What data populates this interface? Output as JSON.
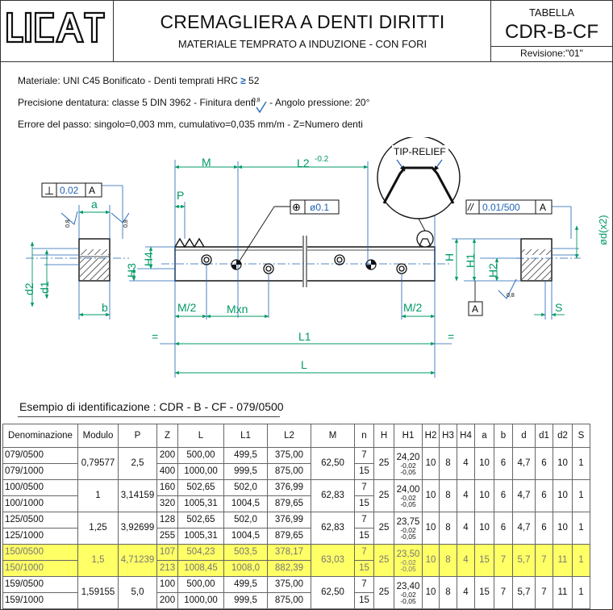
{
  "header": {
    "logo_text": "LICAT",
    "title": "CREMAGLIERA A DENTI DIRITTI",
    "subtitle": "MATERIALE TEMPRATO A INDUZIONE - CON FORI",
    "tabella_label": "TABELLA",
    "code": "CDR-B-CF",
    "revision": "Revisione:\"01\""
  },
  "specs": {
    "line1_a": "Materiale: UNI C45 Bonificato  -  Denti temprati  HRC",
    "line1_ge": "≥",
    "line1_b": " 52",
    "line2_a": "Precisione  dentatura: classe 5 DIN 3962  -  Finitura denti",
    "line2_rough": "0,8",
    "line2_b": " -  Angolo pressione: 20°",
    "line3": "Errore del passo: singolo=0,003 mm, cumulativo=0,035 mm/m  -  Z=Numero denti"
  },
  "drawing": {
    "perp_sym": "⊥",
    "perp_val": "0.02",
    "perp_ref": "A",
    "par_sym": "//",
    "par_val": "0.01/500",
    "par_ref": "A",
    "pos_sym": "⊕",
    "pos_val": "ø0.1",
    "tip_relief": "TIP-RELIEF",
    "datum": "A",
    "rough": "0,8",
    "dims": {
      "M": "M",
      "L2": "L2",
      "L2_tol": "-0.2",
      "P": "P",
      "a": "a",
      "b": "b",
      "H4": "H4",
      "H3": "H3",
      "d2": "d2",
      "d1": "d1",
      "M2a": "M/2",
      "Mxn": "Mxn",
      "M2b": "M/2",
      "L1": "L1",
      "L": "L",
      "eq": "=",
      "H": "H",
      "H1": "H1",
      "H2": "H2",
      "S": "S",
      "dx2": "ød(x2)"
    }
  },
  "example": "Esempio di identificazione : CDR - B - CF - 079/0500",
  "table": {
    "headers": [
      "Denominazione",
      "Modulo",
      "P",
      "Z",
      "L",
      "L1",
      "L2",
      "M",
      "n",
      "H",
      "H1",
      "H2",
      "H3",
      "H4",
      "a",
      "b",
      "d",
      "d1",
      "d2",
      "S"
    ],
    "h1_tol_top": "-0,02",
    "h1_tol_bot": "-0,05",
    "groups": [
      {
        "rows": [
          {
            "den": "079/0500",
            "Z": "200",
            "L": "500,00",
            "L1": "499,5",
            "L2": "375,00",
            "n": "7"
          },
          {
            "den": "079/1000",
            "Z": "400",
            "L": "1000,00",
            "L1": "999,5",
            "L2": "875,00",
            "n": "15"
          }
        ],
        "modulo": "0,79577",
        "P": "2,5",
        "M": "62,50",
        "H": "25",
        "H1": "24,20",
        "H2": "10",
        "H3": "8",
        "H4": "4",
        "a": "10",
        "b": "6",
        "d": "4,7",
        "d1": "6",
        "d2": "10",
        "S": "1",
        "hl": false
      },
      {
        "rows": [
          {
            "den": "100/0500",
            "Z": "160",
            "L": "502,65",
            "L1": "502,0",
            "L2": "376,99",
            "n": "7"
          },
          {
            "den": "100/1000",
            "Z": "320",
            "L": "1005,31",
            "L1": "1004,5",
            "L2": "879,65",
            "n": "15"
          }
        ],
        "modulo": "1",
        "P": "3,14159",
        "M": "62,83",
        "H": "25",
        "H1": "24,00",
        "H2": "10",
        "H3": "8",
        "H4": "4",
        "a": "10",
        "b": "6",
        "d": "4,7",
        "d1": "6",
        "d2": "10",
        "S": "1",
        "hl": false
      },
      {
        "rows": [
          {
            "den": "125/0500",
            "Z": "128",
            "L": "502,65",
            "L1": "502,0",
            "L2": "376,99",
            "n": "7"
          },
          {
            "den": "125/1000",
            "Z": "255",
            "L": "1005,31",
            "L1": "1004,5",
            "L2": "879,65",
            "n": "15"
          }
        ],
        "modulo": "1,25",
        "P": "3,92699",
        "M": "62,83",
        "H": "25",
        "H1": "23,75",
        "H2": "10",
        "H3": "8",
        "H4": "4",
        "a": "10",
        "b": "6",
        "d": "4,7",
        "d1": "6",
        "d2": "10",
        "S": "1",
        "hl": false
      },
      {
        "rows": [
          {
            "den": "150/0500",
            "Z": "107",
            "L": "504,23",
            "L1": "503,5",
            "L2": "378,17",
            "n": "7"
          },
          {
            "den": "150/1000",
            "Z": "213",
            "L": "1008,45",
            "L1": "1008,0",
            "L2": "882,39",
            "n": "15"
          }
        ],
        "modulo": "1,5",
        "P": "4,71239",
        "M": "63,03",
        "H": "25",
        "H1": "23,50",
        "H2": "10",
        "H3": "8",
        "H4": "4",
        "a": "15",
        "b": "7",
        "d": "5,7",
        "d1": "7",
        "d2": "11",
        "S": "1",
        "hl": true
      },
      {
        "rows": [
          {
            "den": "159/0500",
            "Z": "100",
            "L": "500,00",
            "L1": "499,5",
            "L2": "375,00",
            "n": "7"
          },
          {
            "den": "159/1000",
            "Z": "200",
            "L": "1000,00",
            "L1": "999,5",
            "L2": "875,00",
            "n": "15"
          }
        ],
        "modulo": "1,59155",
        "P": "5,0",
        "M": "62,50",
        "H": "25",
        "H1": "23,40",
        "H2": "10",
        "H3": "8",
        "H4": "4",
        "a": "15",
        "b": "7",
        "d": "5,7",
        "d1": "7",
        "d2": "11",
        "S": "1",
        "hl": false
      }
    ]
  },
  "colors": {
    "dim": "#009966",
    "blue": "#1e63b4",
    "highlight": "#ffff66",
    "hatch": "#222222"
  }
}
